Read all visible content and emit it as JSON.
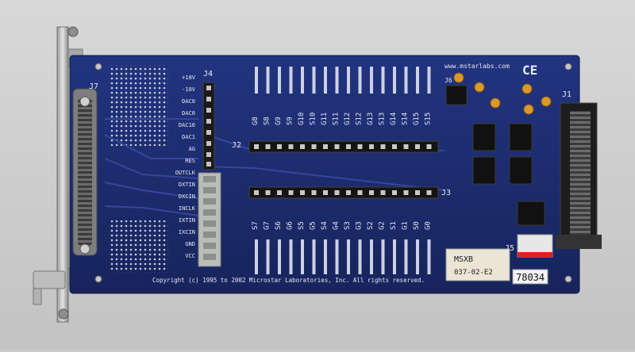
{
  "board": {
    "url": "www.mstarlabs.com",
    "ce_mark": "CE",
    "copyright": "Copyright (c) 1995 to 2002 Microstar Laboratories, Inc.  All rights reserved.",
    "part_label": "MSXB",
    "part_number": "037-02-E2",
    "serial": "78034"
  },
  "connectors": {
    "j1": "J1",
    "j2": "J2",
    "j3": "J3",
    "j4": "J4",
    "j5": "J5",
    "j6": "J6",
    "j7": "J7"
  },
  "signal_labels": [
    "+18V",
    "-18V",
    "DAC0",
    "DAC0",
    "DAC16",
    "DAC1",
    "AG",
    "RES",
    "OUTCLK",
    "DXTIN",
    "DXCIN",
    "INCLK",
    "IXTIN",
    "IXCIN",
    "GND",
    "VCC"
  ],
  "top_row_labels": [
    "G8",
    "S8",
    "G9",
    "S9",
    "G10",
    "S10",
    "G11",
    "S11",
    "G12",
    "S12",
    "G13",
    "S13",
    "G14",
    "S14",
    "G15",
    "S15"
  ],
  "bottom_row_labels": [
    "S7",
    "G7",
    "S6",
    "G6",
    "S5",
    "G5",
    "S4",
    "G4",
    "S3",
    "G3",
    "S2",
    "G2",
    "S1",
    "G1",
    "S0",
    "G0"
  ],
  "colors": {
    "pcb": "#1b2a6b",
    "pcb_trace": "#2c3f8e",
    "silkscreen": "#e6e9f2",
    "terminal": "#b9bdb9",
    "bracket": "#b0b0b0"
  }
}
